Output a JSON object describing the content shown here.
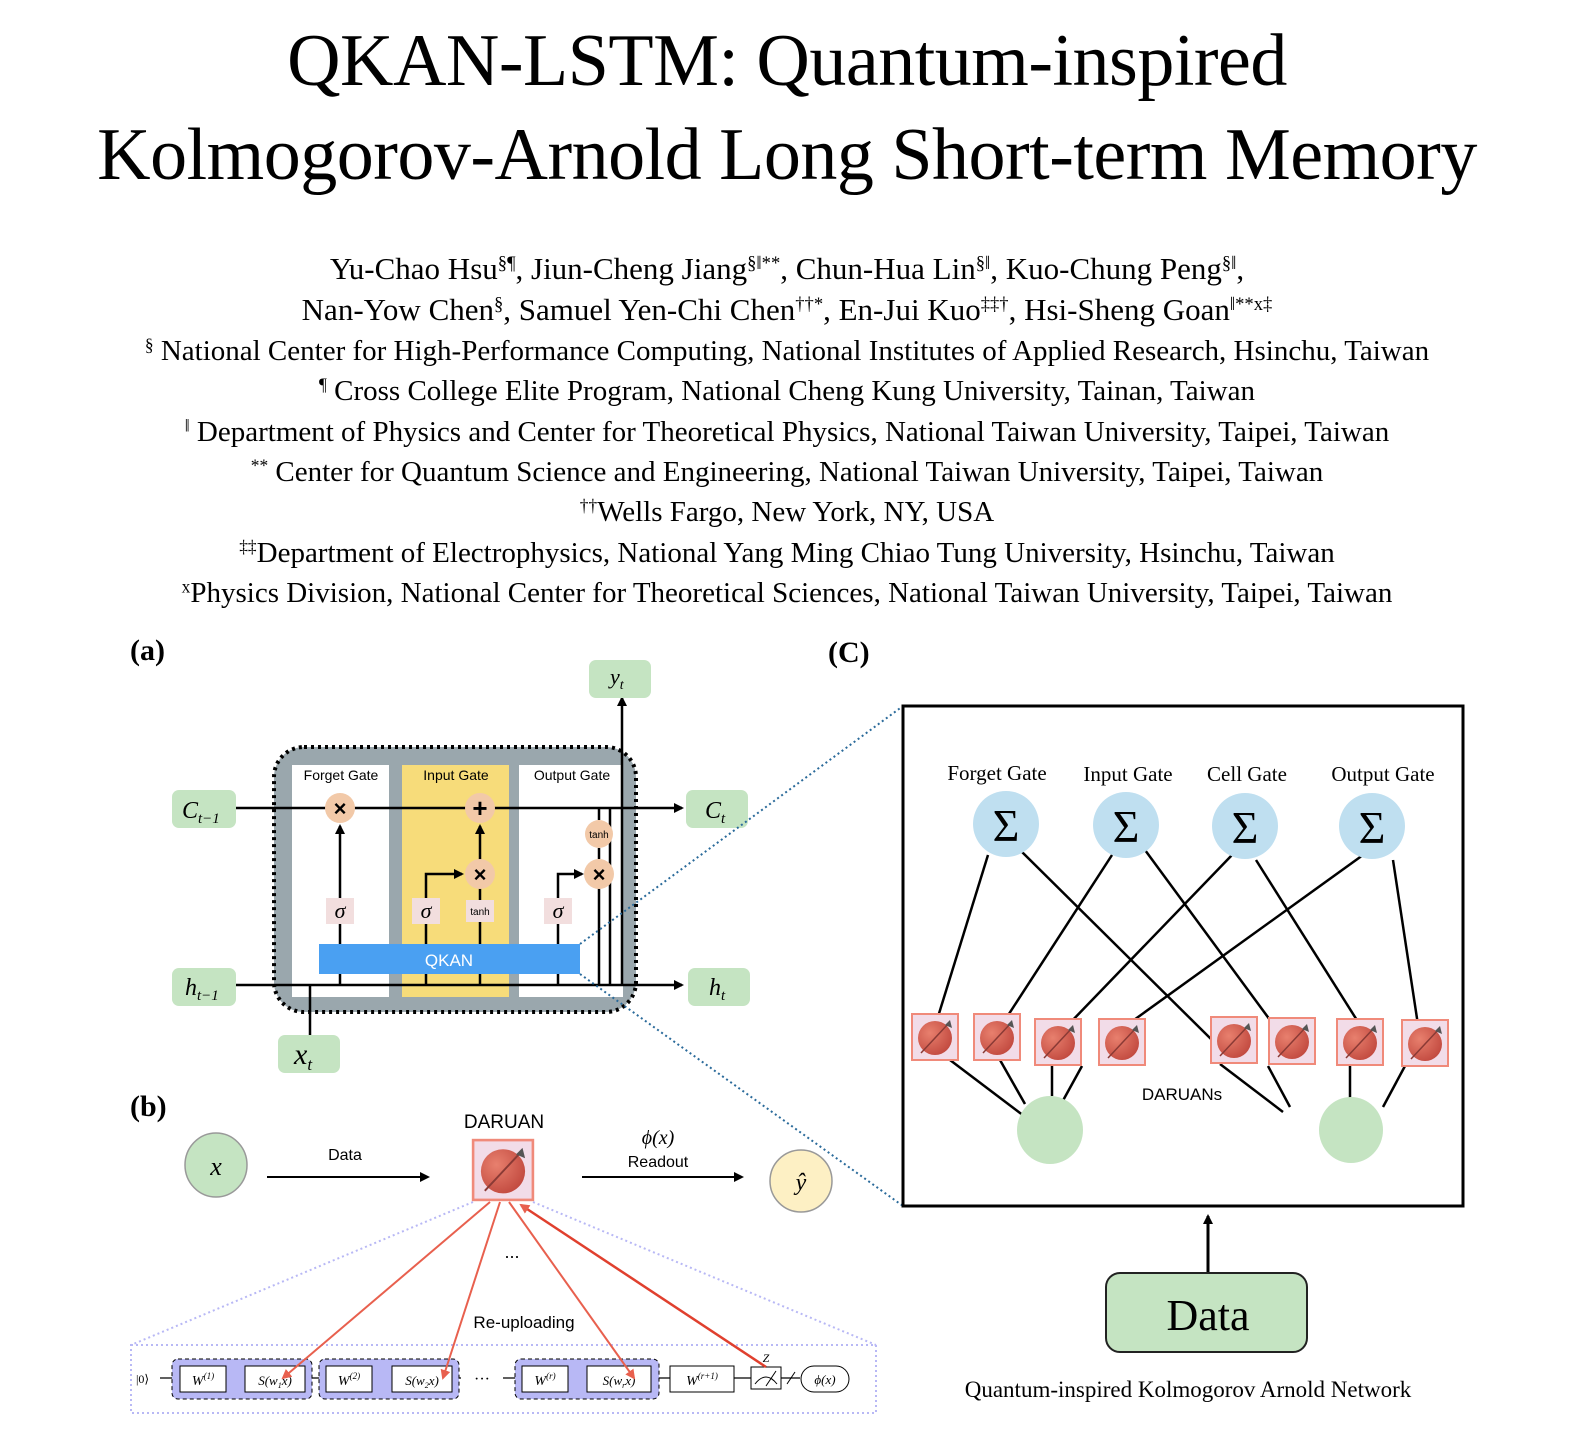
{
  "paper": {
    "title_line1": "QKAN-LSTM: Quantum-inspired",
    "title_line2": "Kolmogorov-Arnold Long Short-term Memory",
    "authors_line1": [
      {
        "name": "Yu-Chao Hsu",
        "marks": "§¶",
        "sep": ", "
      },
      {
        "name": "Jiun-Cheng Jiang",
        "marks": "§‖**",
        "sep": ", "
      },
      {
        "name": "Chun-Hua Lin",
        "marks": "§‖",
        "sep": ", "
      },
      {
        "name": "Kuo-Chung Peng",
        "marks": "§‖",
        "sep": ","
      }
    ],
    "authors_line2": [
      {
        "name": "Nan-Yow Chen",
        "marks": "§",
        "sep": ", "
      },
      {
        "name": "Samuel Yen-Chi Chen",
        "marks": "††*",
        "sep": ", "
      },
      {
        "name": "En-Jui Kuo",
        "marks": "‡‡†",
        "sep": ", "
      },
      {
        "name": "Hsi-Sheng Goan",
        "marks": "‖**x‡",
        "sep": ""
      }
    ],
    "affiliations": [
      {
        "mark": "§",
        "text": " National Center for High-Performance Computing, National Institutes of Applied Research, Hsinchu, Taiwan"
      },
      {
        "mark": "¶",
        "text": " Cross College Elite Program, National Cheng Kung University, Tainan, Taiwan"
      },
      {
        "mark": "‖",
        "text": " Department of Physics and Center for Theoretical Physics, National Taiwan University, Taipei, Taiwan"
      },
      {
        "mark": "**",
        "text": " Center for Quantum Science and Engineering, National Taiwan University, Taipei, Taiwan"
      },
      {
        "mark": "††",
        "text": "Wells Fargo, New York, NY, USA"
      },
      {
        "mark": "‡‡",
        "text": "Department of Electrophysics, National Yang Ming Chiao Tung University, Hsinchu, Taiwan"
      },
      {
        "mark": "x",
        "text": "Physics Division, National Center for Theoretical Sciences, National Taiwan University, Taipei, Taiwan"
      }
    ]
  },
  "figure": {
    "panel_a": {
      "label": "(a)",
      "gates": [
        "Forget Gate",
        "Input Gate",
        "Output Gate"
      ],
      "qkan_label": "QKAN",
      "inputs": {
        "c_prev": "C",
        "c_prev_sub": "t−1",
        "h_prev": "h",
        "h_prev_sub": "t−1",
        "x": "x",
        "x_sub": "t"
      },
      "outputs": {
        "c": "C",
        "c_sub": "t",
        "h": "h",
        "h_sub": "t",
        "y": "y",
        "y_sub": "t"
      },
      "ops": {
        "multiply": "×",
        "add": "+",
        "sigma": "σ",
        "tanh": "tanh"
      }
    },
    "panel_b": {
      "label": "(b)",
      "input_node": "x",
      "data_arrow_label": "Data",
      "daruan_label": "DARUAN",
      "readout_formula": "ϕ(x)",
      "readout_label": "Readout",
      "output_node": "ŷ",
      "ellipsis": "...",
      "reuploading_label": "Re-uploading",
      "circuit": {
        "init_state": "|0⟩",
        "blocks": [
          {
            "w": "W",
            "w_sup": "(1)",
            "s": "S(w",
            "s_sub": "1",
            "s_end": "x)"
          },
          {
            "w": "W",
            "w_sup": "(2)",
            "s": "S(w",
            "s_sub": "2",
            "s_end": "x)"
          },
          {
            "w": "W",
            "w_sup": "(r)",
            "s": "S(w",
            "s_sub": "r",
            "s_end": "x)"
          }
        ],
        "dots": "···",
        "final_w": "W",
        "final_w_sup": "(r+1)",
        "measure_label": "Z",
        "output": "ϕ(x)"
      }
    },
    "panel_c": {
      "label": "(C)",
      "gates": [
        "Forget Gate",
        "Input Gate",
        "Cell Gate",
        "Output Gate"
      ],
      "sum_symbol": "Σ",
      "daruans_label": "DARUANs",
      "data_label": "Data",
      "caption": "Quantum-inspired Kolmogorov Arnold Network"
    },
    "colors": {
      "green_box": "#c5e4c2",
      "gate_gray": "#9aa7ad",
      "input_gate_yellow": "#f7dc7a",
      "qkan_blue": "#4aa0f2",
      "op_peach": "#f2c9a8",
      "sigma_pink": "#f2dede",
      "sum_blue": "#bfdff0",
      "daruan_pink_bg": "#f2dce8",
      "daruan_border": "#f08a7a",
      "daruan_red": "#d9534a",
      "arrow_red": "#e8604e",
      "circuit_purple": "#b8b8f5",
      "yhat_yellow": "#fdf0c4",
      "dotted_blue": "#2a6a9a"
    }
  }
}
